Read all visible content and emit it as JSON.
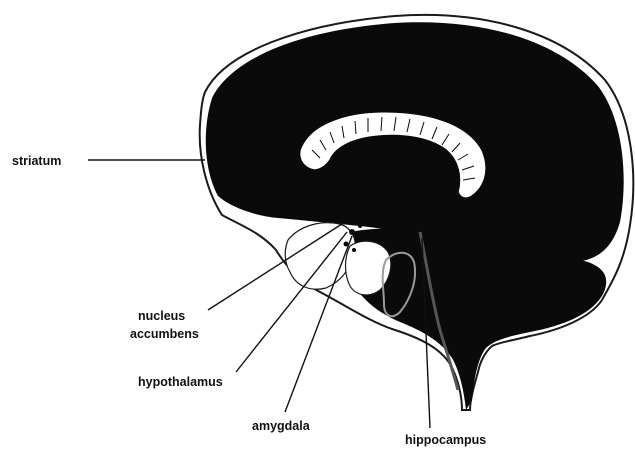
{
  "diagram": {
    "labels": {
      "striatum": "striatum",
      "nucleus_line1": "nucleus",
      "nucleus_line2": "accumbens",
      "hypothalamus": "hypothalamus",
      "amygdala": "amygdala",
      "hippocampus": "hippocampus"
    },
    "colors": {
      "ink": "#0a0a0a",
      "paper": "#ffffff"
    }
  }
}
